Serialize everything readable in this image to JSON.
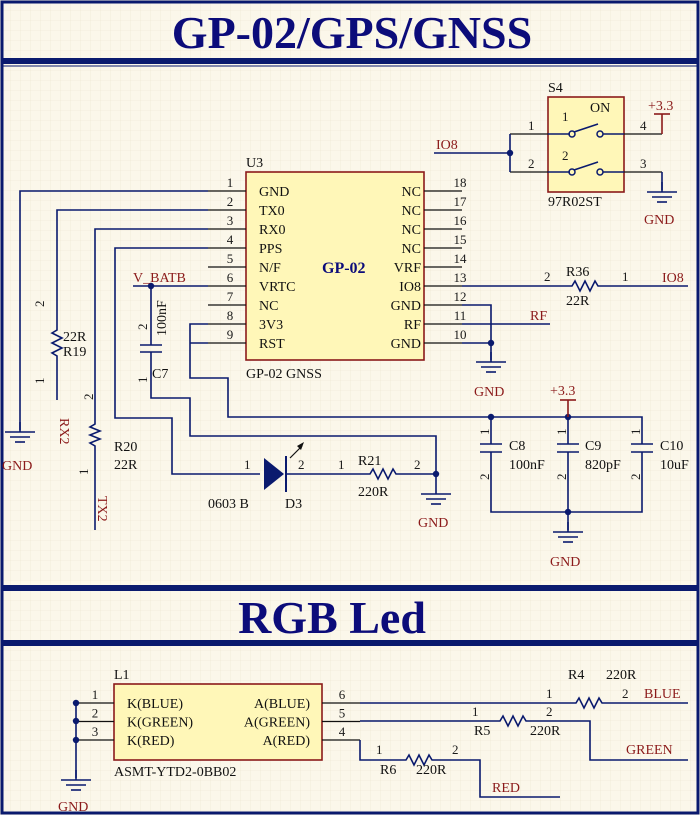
{
  "titles": {
    "gnss": "GP-02/GPS/GNSS",
    "rgb": "RGB Led"
  },
  "u3": {
    "designator": "U3",
    "part": "GP-02",
    "footer": "GP-02 GNSS",
    "left_pins": [
      {
        "num": "1",
        "name": "GND"
      },
      {
        "num": "2",
        "name": "TX0"
      },
      {
        "num": "3",
        "name": "RX0"
      },
      {
        "num": "4",
        "name": "PPS"
      },
      {
        "num": "5",
        "name": "N/F"
      },
      {
        "num": "6",
        "name": "VRTC"
      },
      {
        "num": "7",
        "name": "NC"
      },
      {
        "num": "8",
        "name": "3V3"
      },
      {
        "num": "9",
        "name": "RST"
      }
    ],
    "right_pins": [
      {
        "num": "18",
        "name": "NC"
      },
      {
        "num": "17",
        "name": "NC"
      },
      {
        "num": "16",
        "name": "NC"
      },
      {
        "num": "15",
        "name": "NC"
      },
      {
        "num": "14",
        "name": "VRF"
      },
      {
        "num": "13",
        "name": "IO8"
      },
      {
        "num": "12",
        "name": "GND"
      },
      {
        "num": "11",
        "name": "RF"
      },
      {
        "num": "10",
        "name": "GND"
      }
    ]
  },
  "s4": {
    "designator": "S4",
    "on_label": "ON",
    "part": "97R02ST",
    "pins": [
      "1",
      "2",
      "3",
      "4"
    ],
    "sw_nums": [
      "1",
      "2"
    ]
  },
  "nets": {
    "io8_left": "IO8",
    "io8_right": "IO8",
    "v_batb": "V_BATB",
    "rf": "RF",
    "rx2": "RX2",
    "tx2": "TX2",
    "v33_a": "+3.3",
    "v33_b": "+3.3",
    "blue": "BLUE",
    "green": "GREEN",
    "red": "RED"
  },
  "gnd_labels": [
    "GND",
    "GND",
    "GND",
    "GND",
    "GND",
    "GND",
    "GND"
  ],
  "resistors": {
    "r19": {
      "des": "R19",
      "val": "22R",
      "p1": "1",
      "p2": "2"
    },
    "r20": {
      "des": "R20",
      "val": "22R",
      "p1": "1",
      "p2": "2"
    },
    "r21": {
      "des": "R21",
      "val": "220R",
      "p1": "1",
      "p2": "2"
    },
    "r36": {
      "des": "R36",
      "val": "22R",
      "p1": "1",
      "p2": "2"
    },
    "r4": {
      "des": "R4",
      "val": "220R",
      "p1": "1",
      "p2": "2"
    },
    "r5": {
      "des": "R5",
      "val": "220R",
      "p1": "1",
      "p2": "2"
    },
    "r6": {
      "des": "R6",
      "val": "220R",
      "p1": "1",
      "p2": "2"
    }
  },
  "caps": {
    "c7": {
      "des": "C7",
      "val": "100nF",
      "p1": "1",
      "p2": "2"
    },
    "c8": {
      "des": "C8",
      "val": "100nF",
      "p1": "1",
      "p2": "2"
    },
    "c9": {
      "des": "C9",
      "val": "820pF",
      "p1": "1",
      "p2": "2"
    },
    "c10": {
      "des": "C10",
      "val": "10uF",
      "p1": "1",
      "p2": "2"
    }
  },
  "d3": {
    "des": "D3",
    "val": "0603 B",
    "p1": "1",
    "p2": "2"
  },
  "l1": {
    "designator": "L1",
    "part": "ASMT-YTD2-0BB02",
    "left_pins": [
      {
        "num": "1",
        "name": "K(BLUE)"
      },
      {
        "num": "2",
        "name": "K(GREEN)"
      },
      {
        "num": "3",
        "name": "K(RED)"
      }
    ],
    "right_pins": [
      {
        "num": "6",
        "name": "A(BLUE)"
      },
      {
        "num": "5",
        "name": "A(GREEN)"
      },
      {
        "num": "4",
        "name": "A(RED)"
      }
    ]
  },
  "colors": {
    "title": "#0c0c7a",
    "wire": "#0a1a6e",
    "net": "#8b1a1a",
    "body": "#fff7b8",
    "background": "#fbf7ea",
    "frame": "#0a1a6e"
  }
}
